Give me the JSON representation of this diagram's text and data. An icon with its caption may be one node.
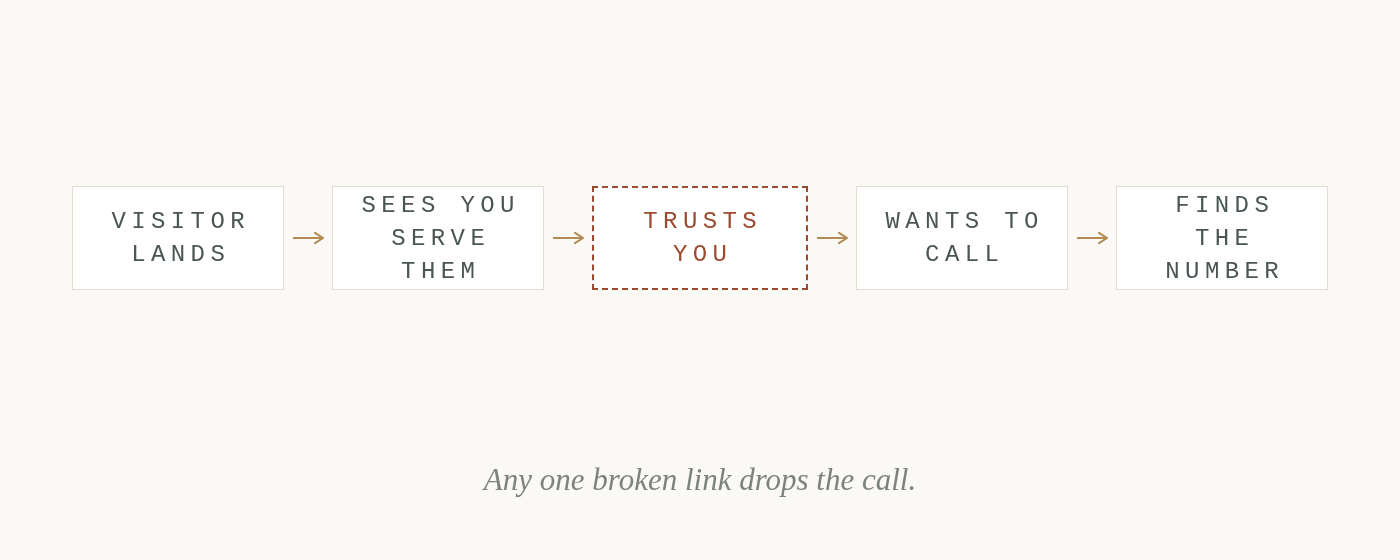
{
  "diagram": {
    "caption": "Any one broken link drops the call.",
    "nodes": [
      {
        "text": [
          "VISITOR LANDS"
        ]
      },
      {
        "text": [
          "SEES YOU SERVE THEM"
        ]
      },
      {
        "text": [
          "TRUSTS YOU"
        ]
      },
      {
        "text": [
          "WANTS TO CALL"
        ]
      },
      {
        "text": [
          "FINDS THE NUMBER"
        ]
      }
    ],
    "edges": [
      {
        "from": 0,
        "to": 1,
        "arrow": "to"
      },
      {
        "from": 1,
        "to": 2,
        "arrow": "to"
      },
      {
        "from": 2,
        "to": 3,
        "arrow": "to"
      },
      {
        "from": 3,
        "to": 4,
        "arrow": "to"
      }
    ]
  }
}
